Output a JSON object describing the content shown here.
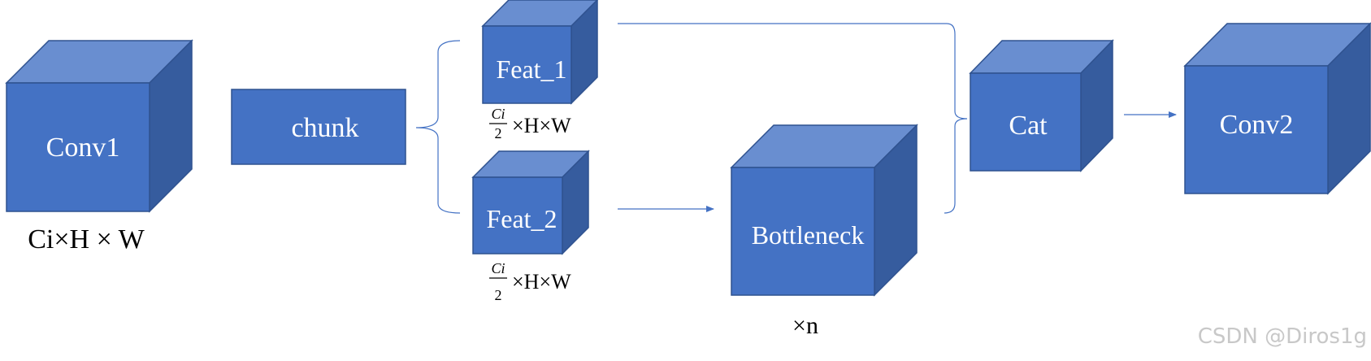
{
  "blocks": {
    "conv1": "Conv1",
    "chunk": "chunk",
    "feat1": "Feat_1",
    "feat2": "Feat_2",
    "bottleneck": "Bottleneck",
    "cat": "Cat",
    "conv2": "Conv2"
  },
  "annotations": {
    "conv1_shape": "Ci×H × W",
    "feat1_frac_num": "Ci",
    "feat1_frac_den": "2",
    "feat1_shape_rest": "×H×W",
    "feat2_frac_num": "Ci",
    "feat2_frac_den": "2",
    "feat2_shape_rest": "×H×W",
    "bottleneck_repeat": "×n"
  },
  "watermark": "CSDN @Diros1g",
  "colors": {
    "block_front": "#4472c4",
    "block_top": "#698ed0",
    "block_side": "#365c9e",
    "connector": "#4472c4"
  }
}
